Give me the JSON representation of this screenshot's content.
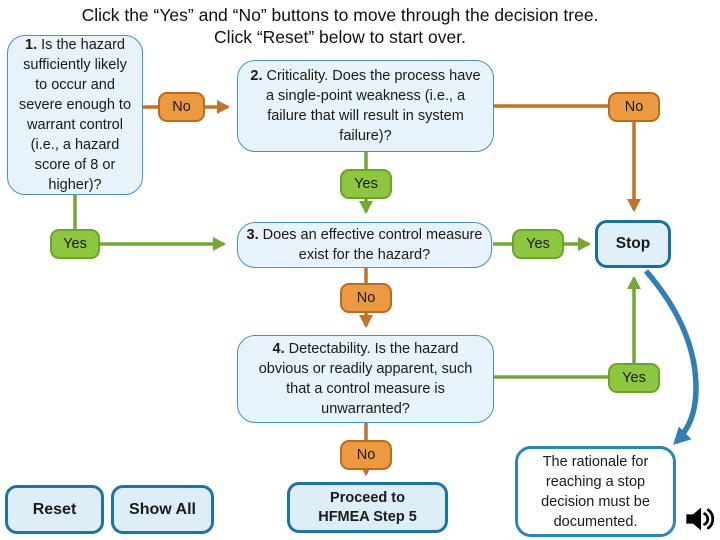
{
  "title": {
    "line1": "Click the “Yes” and “No” buttons to move through the decision tree.",
    "line2": "Click “Reset” below to start over."
  },
  "questions": {
    "q1": {
      "number": "1.",
      "text": "Is the hazard sufficiently likely to occur and severe enough to warrant control (i.e., a hazard score of 8 or higher)?"
    },
    "q2": {
      "number": "2.",
      "text": "Criticality. Does the process have a single-point weakness (i.e., a failure that will result in system failure)?"
    },
    "q3": {
      "number": "3.",
      "text": "Does an effective control measure exist for the hazard?"
    },
    "q4": {
      "number": "4.",
      "text": "Detectability. Is the hazard obvious or readily apparent, such that a control measure is unwarranted?"
    }
  },
  "answers": {
    "yes": "Yes",
    "no": "No"
  },
  "stop": {
    "label": "Stop"
  },
  "note": {
    "text": "The rationale for reaching a stop decision must be documented."
  },
  "controls": {
    "reset": "Reset",
    "show_all": "Show All",
    "proceed": "Proceed to HFMEA Step 5"
  },
  "icons": {
    "audio": "speaker-icon"
  },
  "colors": {
    "question_fill": "#e7f2fa",
    "question_border": "#4793bd",
    "no_fill": "#eb9a41",
    "no_border": "#b96b1e",
    "yes_fill": "#8ec63f",
    "yes_border": "#6aa527",
    "orange_line": "#c1732a",
    "green_line": "#74a733",
    "stop_border": "#17719e",
    "control_border": "#1b74a2",
    "note_arrow": "#2e80b5"
  }
}
